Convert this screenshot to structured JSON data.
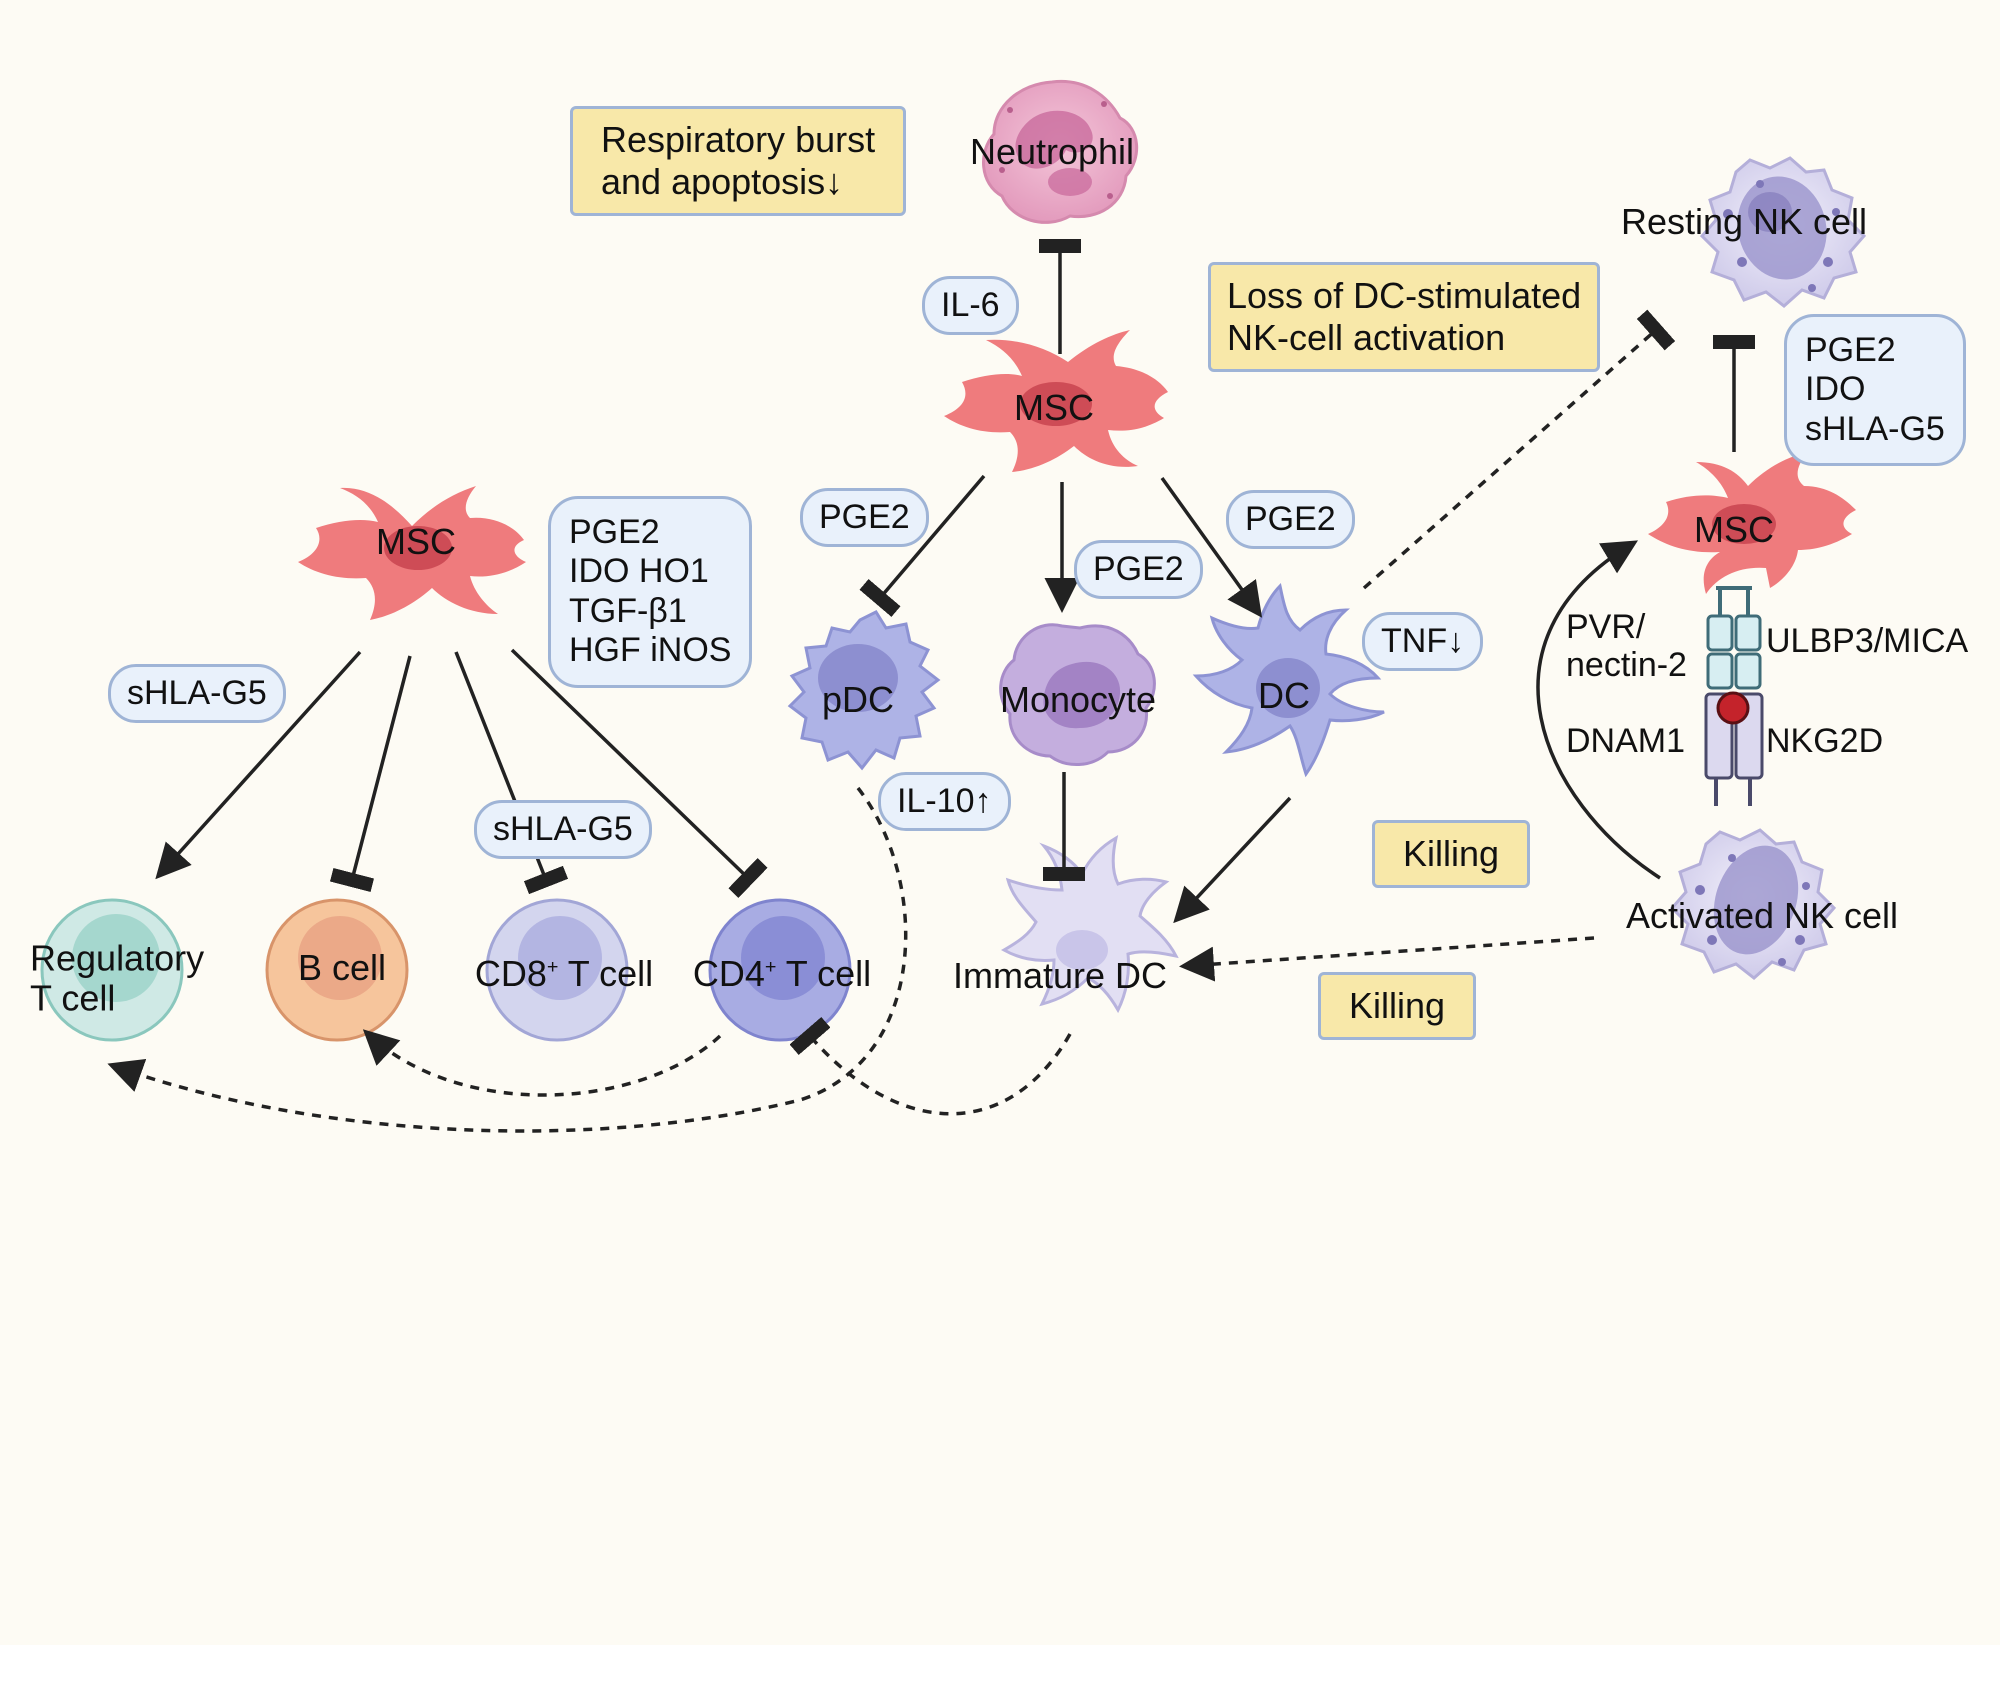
{
  "colors": {
    "background": "#fdfbf4",
    "msc": "#ef7b7d",
    "msc_nucleus": "#c8444f",
    "pill_fill": "#e9f1fb",
    "pill_border": "#9fb4d6",
    "note_fill": "#f8e8a9",
    "arrow": "#222222"
  },
  "cells": {
    "neutrophil": "Neutrophil",
    "resting_nk": "Resting NK cell",
    "msc_center": "MSC",
    "msc_left": "MSC",
    "msc_right": "MSC",
    "pdc": "pDC",
    "monocyte": "Monocyte",
    "dc": "DC",
    "immature_dc": "Immature DC",
    "treg_line1": "Regulatory",
    "treg_line2": "T cell",
    "b_cell": "B cell",
    "cd8_prefix": "CD8",
    "cd8_sup": "+",
    "cd8_suffix": " T cell",
    "cd4_prefix": "CD4",
    "cd4_sup": "+",
    "cd4_suffix": " T cell",
    "activated_nk": "Activated NK cell"
  },
  "notes": {
    "respiratory_line1": "Respiratory burst",
    "respiratory_line2": "and apoptosis↓",
    "loss_line1": "Loss of DC-stimulated",
    "loss_line2": "NK-cell activation",
    "killing_1": "Killing",
    "killing_2": "Killing"
  },
  "mediators": {
    "il6": "IL-6",
    "pge2_pdc": "PGE2",
    "pge2_mono": "PGE2",
    "pge2_dc": "PGE2",
    "tnf": "TNF↓",
    "il10": "IL-10↑",
    "shla_left": "sHLA-G5",
    "shla_cd8": "sHLA-G5",
    "left_box": [
      "PGE2",
      "IDO HO1",
      "TGF-β1",
      "HGF iNOS"
    ],
    "right_box": [
      "PGE2",
      "IDO",
      "sHLA-G5"
    ]
  },
  "receptors": {
    "pvr_line1": "PVR/",
    "pvr_line2": "nectin-2",
    "ulbp": "ULBP3/MICA",
    "dnam1": "DNAM1",
    "nkg2d": "NKG2D"
  }
}
